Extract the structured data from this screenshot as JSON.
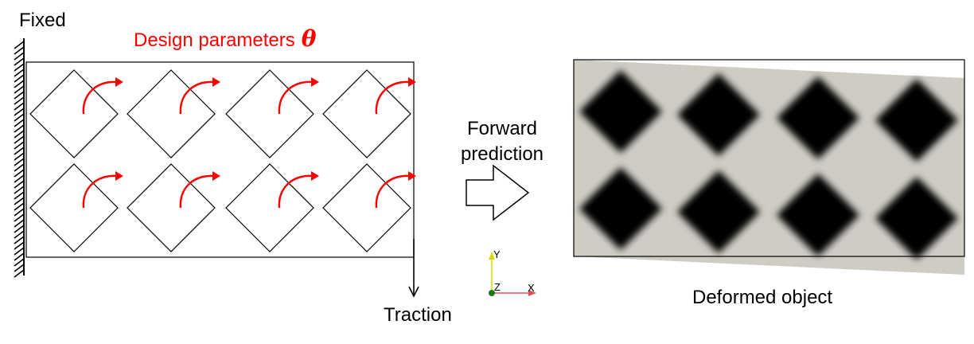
{
  "labels": {
    "fixed": "Fixed",
    "design_parameters": "Design parameters",
    "theta_symbol": "θ",
    "forward_line1": "Forward",
    "forward_line2": "prediction",
    "traction": "Traction",
    "deformed_object": "Deformed object"
  },
  "axes_gizmo": {
    "y": "Y",
    "z": "Z",
    "x": "X"
  },
  "colors": {
    "design_text": "#ff0000",
    "rotation_arrow": "#ff0000",
    "deformed_fill": "#cfccc3",
    "hole_fill": "#050505",
    "axis_y": "#d8d800",
    "axis_x": "#e05050",
    "axis_origin": "#1a7a1a"
  },
  "icons": [
    "fixed-support-hatch",
    "rotation-arrow",
    "traction-arrow",
    "forward-hollow-arrow",
    "axes-gizmo"
  ],
  "grid": {
    "rows": 2,
    "cols": 4
  }
}
